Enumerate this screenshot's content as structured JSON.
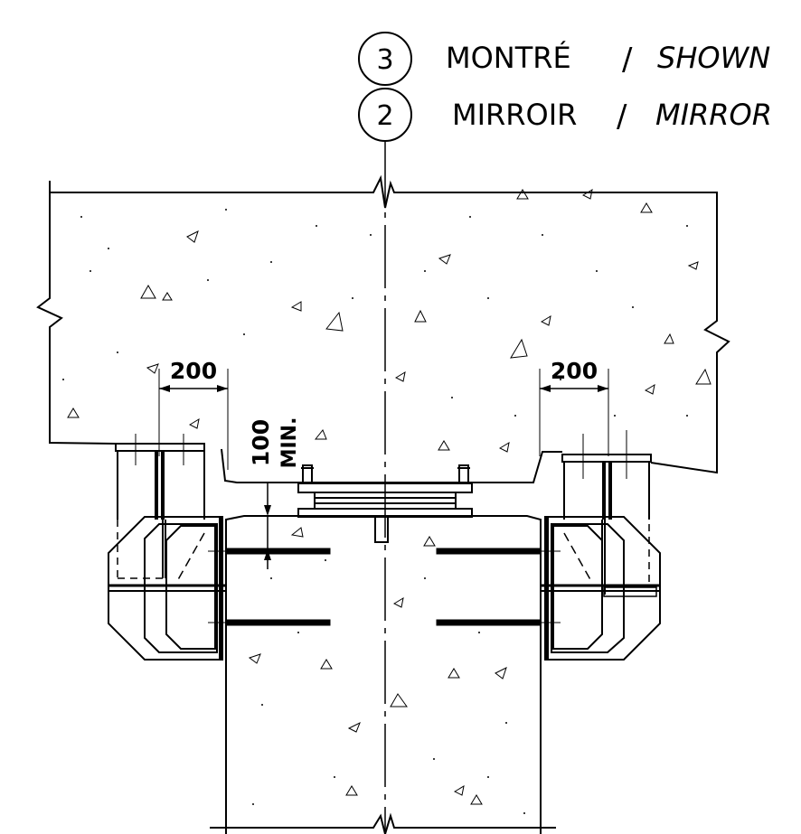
{
  "legend": [
    {
      "number": "3",
      "label_fr": "MONTRÉ",
      "separator": "/",
      "label_en": "SHOWN"
    },
    {
      "number": "2",
      "label_fr": "MIRROIR",
      "separator": "/",
      "label_en": "MIRROR"
    }
  ],
  "dimensions": {
    "left_width": "200",
    "right_width": "200",
    "clearance": "100",
    "clearance_note": "MIN."
  },
  "colors": {
    "line": "#000000",
    "background": "#ffffff"
  }
}
